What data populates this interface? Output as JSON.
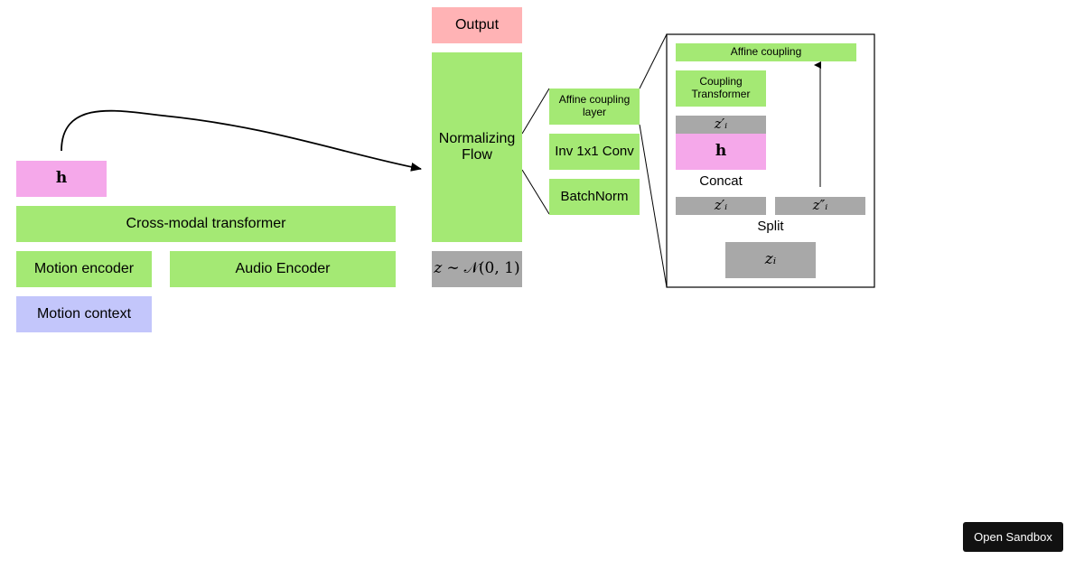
{
  "left": {
    "h_label": "h",
    "cross_modal": "Cross-modal transformer",
    "motion_encoder": "Motion encoder",
    "audio_encoder": "Audio Encoder",
    "motion_context": "Motion context"
  },
  "middle": {
    "output": "Output",
    "normalizing_flow": "Normalizing Flow",
    "prior_z": "z",
    "prior_sim": "∼",
    "prior_dist": "𝒩(0, 1)"
  },
  "flow_step": {
    "affine_coupling_layer": "Affine coupling layer",
    "inv_conv": "Inv 1x1 Conv",
    "batchnorm": "BatchNorm"
  },
  "detail": {
    "affine_coupling": "Affine coupling",
    "coupling_transformer": "Coupling Transformer",
    "z_prime_top": "z′ᵢ",
    "h_label": "h",
    "concat": "Concat",
    "z_prime_bottom": "z′ᵢ",
    "z_double_prime": "z″ᵢ",
    "split": "Split",
    "z_i": "zᵢ"
  },
  "footer": {
    "open_sandbox": "Open Sandbox"
  },
  "colors": {
    "green": "#a4e974",
    "pink": "#f5a8ea",
    "blue": "#c3c6fb",
    "red": "#ffb3b5",
    "gray": "#a8a8a8"
  }
}
